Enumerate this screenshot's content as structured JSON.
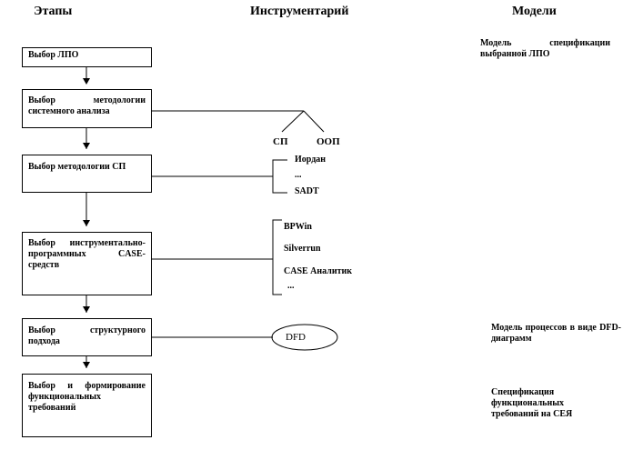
{
  "headers": {
    "stages": "Этапы",
    "tools": "Инструментарий",
    "models": "Модели"
  },
  "stages": [
    {
      "label": "Выбор ЛПО"
    },
    {
      "label": "Выбор методологии системного анализа"
    },
    {
      "label": "Выбор методологии СП"
    },
    {
      "label": "Выбор инструментально-программных CASE-средств"
    },
    {
      "label": "Выбор структурного подхода"
    },
    {
      "label": "Выбор и формирование функциональных требований"
    }
  ],
  "tools": {
    "sp": "СП",
    "oop": "ООП",
    "methodologies": [
      "Иордан",
      "...",
      "SADT"
    ],
    "case_tools": [
      "BPWin",
      "Silverrun",
      "CASE Аналитик",
      "..."
    ],
    "dfd": "DFD"
  },
  "models": [
    {
      "text": "Модель спецификации выбранной ЛПО"
    },
    {
      "text": "Модель процессов в виде DFD-диаграмм"
    },
    {
      "text": "Спецификация функциональных требований на СЕЯ"
    }
  ]
}
